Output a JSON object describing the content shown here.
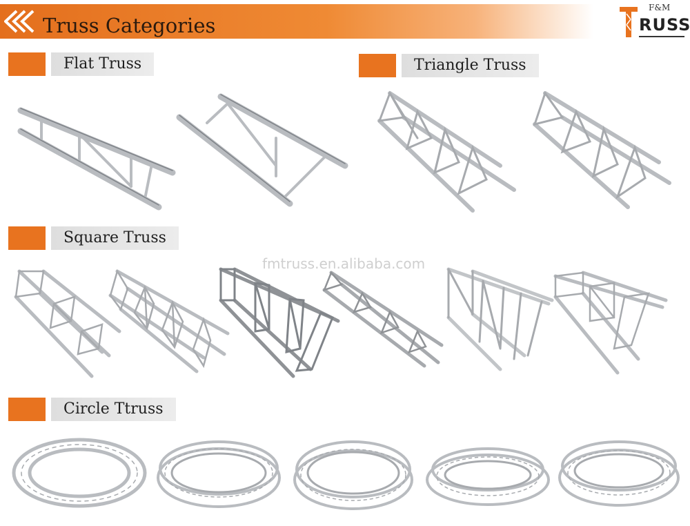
{
  "header": {
    "title": "Truss Categories",
    "accent_color": "#e8731f"
  },
  "logo": {
    "small_text": "F&M",
    "letter": "T",
    "text": "RUSS"
  },
  "categories": [
    {
      "label": "Flat Truss"
    },
    {
      "label": "Triangle Truss"
    },
    {
      "label": "Square Truss"
    },
    {
      "label": "Circle Ttruss"
    }
  ],
  "watermark": "fmtruss.en.alibaba.com"
}
